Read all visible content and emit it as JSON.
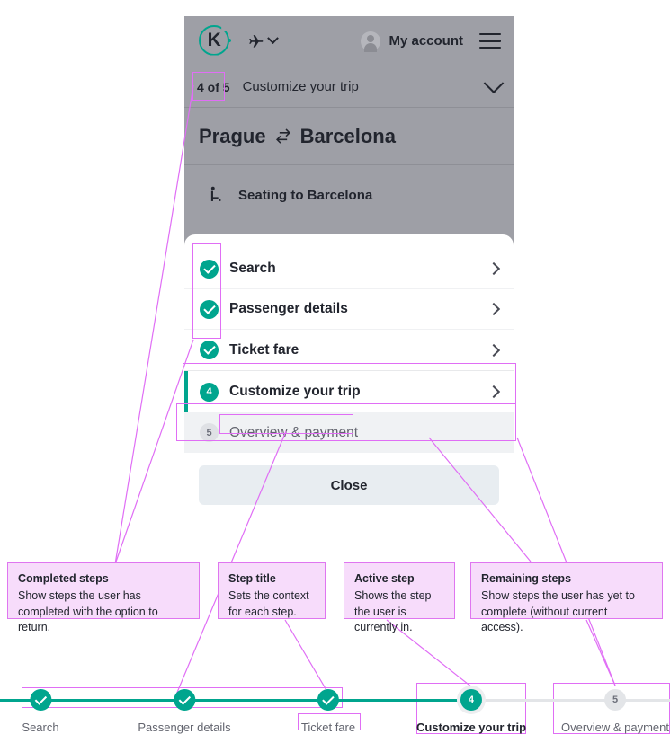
{
  "app": {
    "logo_letter": "K",
    "account_label": "My account",
    "flight_icon": "plane-icon",
    "menu_icon": "hamburger-menu-icon"
  },
  "step_bar": {
    "counter": "4 of 5",
    "title": "Customize your trip",
    "chevron": "chevron-down-icon"
  },
  "route": {
    "origin": "Prague",
    "swap_icon": "swap-arrows-icon",
    "destination": "Barcelona",
    "segment_icon": "seat-icon",
    "segment_label": "Seating to Barcelona"
  },
  "sheet": {
    "rows": [
      {
        "badge": "check",
        "label": "Search",
        "state": "done",
        "chevron": "chevron-right-icon"
      },
      {
        "badge": "check",
        "label": "Passenger details",
        "state": "done",
        "chevron": "chevron-right-icon"
      },
      {
        "badge": "check",
        "label": "Ticket fare",
        "state": "done",
        "chevron": "chevron-right-icon"
      },
      {
        "badge": "4",
        "label": "Customize your trip",
        "state": "active",
        "chevron": "chevron-right-icon"
      },
      {
        "badge": "5",
        "label": "Overview & payment",
        "state": "todo",
        "chevron": ""
      }
    ],
    "close_label": "Close"
  },
  "annotations": [
    {
      "title": "Completed steps",
      "body": "Show steps the user has completed with the option to return."
    },
    {
      "title": "Step title",
      "body": "Sets the context for each step."
    },
    {
      "title": "Active step",
      "body": "Shows the step the user is currently in."
    },
    {
      "title": "Remaining steps",
      "body": "Show steps the user has yet to complete (without current access)."
    }
  ],
  "stepper": {
    "nodes": [
      {
        "badge": "check",
        "label": "Search",
        "state": "done"
      },
      {
        "badge": "check",
        "label": "Passenger details",
        "state": "done"
      },
      {
        "badge": "check",
        "label": "Ticket fare",
        "state": "done"
      },
      {
        "badge": "4",
        "label": "Customize your trip",
        "state": "active"
      },
      {
        "badge": "5",
        "label": "Overview & payment",
        "state": "todo"
      }
    ]
  },
  "colors": {
    "brand_green": "#00a58e",
    "annotation_fill": "#f7dcfb",
    "annotation_border": "#df76f0",
    "highlight": "#e06ef5",
    "mock_bg": "#9e9fa6",
    "dim_row": "#f0f2f4"
  }
}
